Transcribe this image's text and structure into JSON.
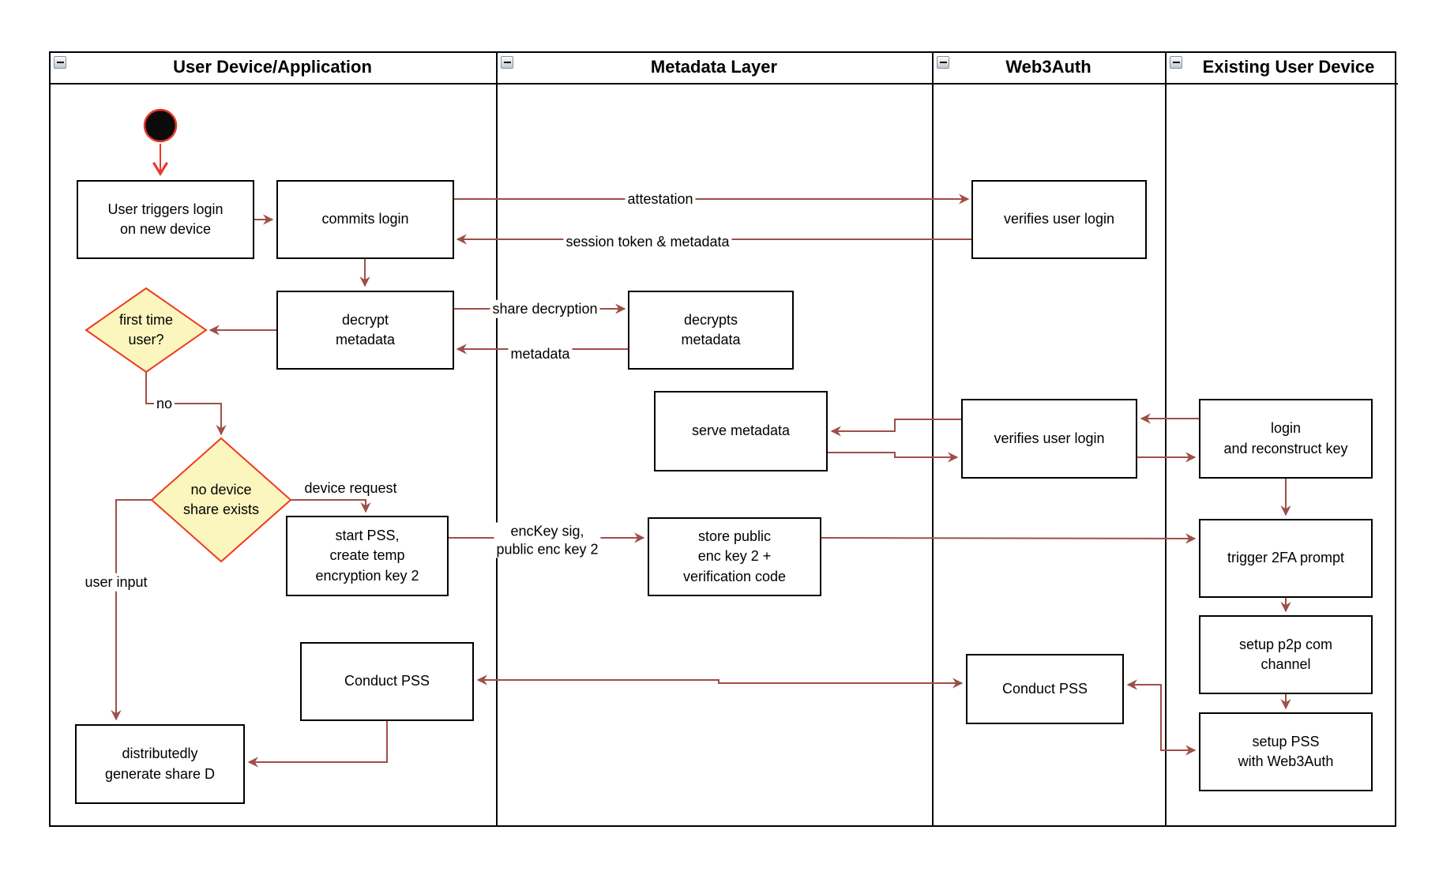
{
  "colors": {
    "arrow": "#9E4F47",
    "highlight_red": "#E8392B",
    "diamond_fill": "#FBF6BE",
    "diamond_border": "#F03A21"
  },
  "lanes": [
    {
      "title": "User Device/Application"
    },
    {
      "title": "Metadata Layer"
    },
    {
      "title": "Web3Auth"
    },
    {
      "title": "Existing User Device"
    }
  ],
  "nodes": {
    "user_triggers": {
      "label": "User triggers login\non new device"
    },
    "commits_login": {
      "label": "commits login"
    },
    "decrypt_metadata": {
      "label": "decrypt\nmetadata"
    },
    "first_time_user": {
      "label": "first time\nuser?"
    },
    "no_device_share": {
      "label": "no device\nshare exists"
    },
    "start_pss": {
      "label": "start PSS,\ncreate temp\nencryption key 2"
    },
    "conduct_pss_user": {
      "label": "Conduct PSS"
    },
    "generate_share_d": {
      "label": "distributedly\ngenerate share D"
    },
    "decrypts_metadata": {
      "label": "decrypts\nmetadata"
    },
    "serve_metadata": {
      "label": "serve metadata"
    },
    "store_public_key": {
      "label": "store public\nenc key 2 +\nverification code"
    },
    "verifies_login_1": {
      "label": "verifies user login"
    },
    "verifies_login_2": {
      "label": "verifies user login"
    },
    "conduct_pss_web3": {
      "label": "Conduct PSS"
    },
    "login_reconstruct": {
      "label": "login\nand reconstruct key"
    },
    "trigger_2fa": {
      "label": "trigger 2FA prompt"
    },
    "setup_p2p": {
      "label": "setup p2p com\nchannel"
    },
    "setup_pss": {
      "label": "setup PSS\nwith Web3Auth"
    }
  },
  "edge_labels": {
    "attestation": "attestation",
    "session_token": "session token & metadata",
    "share_decryption": "share decryption",
    "metadata": "metadata",
    "no": "no",
    "device_request": "device request",
    "enckey": "encKey sig,\npublic enc key 2",
    "user_input": "user input"
  }
}
